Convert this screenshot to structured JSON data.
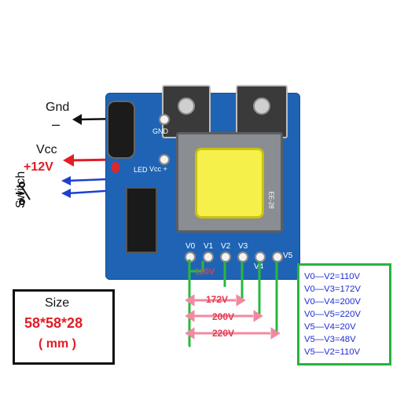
{
  "annotations": {
    "gnd_label": "Gnd",
    "gnd_minus": "–",
    "vcc_label": "Vcc",
    "vcc_value": "+12V",
    "switch_label": "Switch"
  },
  "board": {
    "gnd_silk": "GND",
    "vcc_silk": "Vcc +",
    "led_silk": "LED",
    "pin_labels": [
      "V0",
      "V1",
      "V2",
      "V3",
      "V4",
      "V5"
    ],
    "transformer_code": "EE-28"
  },
  "outputs": {
    "v110": "110V",
    "v172": "172V",
    "v200": "200V",
    "v220": "220V"
  },
  "size_box": {
    "title": "Size",
    "dims": "58*58*28",
    "unit": "( mm )"
  },
  "legend": {
    "lines": [
      "V0—V2=110V",
      "V0—V3=172V",
      "V0—V4=200V",
      "V0—V5=220V",
      "V5—V4=20V",
      "V5—V3=48V",
      "V5—V2=110V"
    ]
  },
  "colors": {
    "board": "#1f64b4",
    "red_arrow": "#e11d25",
    "blue_arrow": "#1f3fcf",
    "green_wire": "#2bb73e",
    "pink_arrow": "#f08aa0",
    "transformer_core": "#f5f04a"
  }
}
